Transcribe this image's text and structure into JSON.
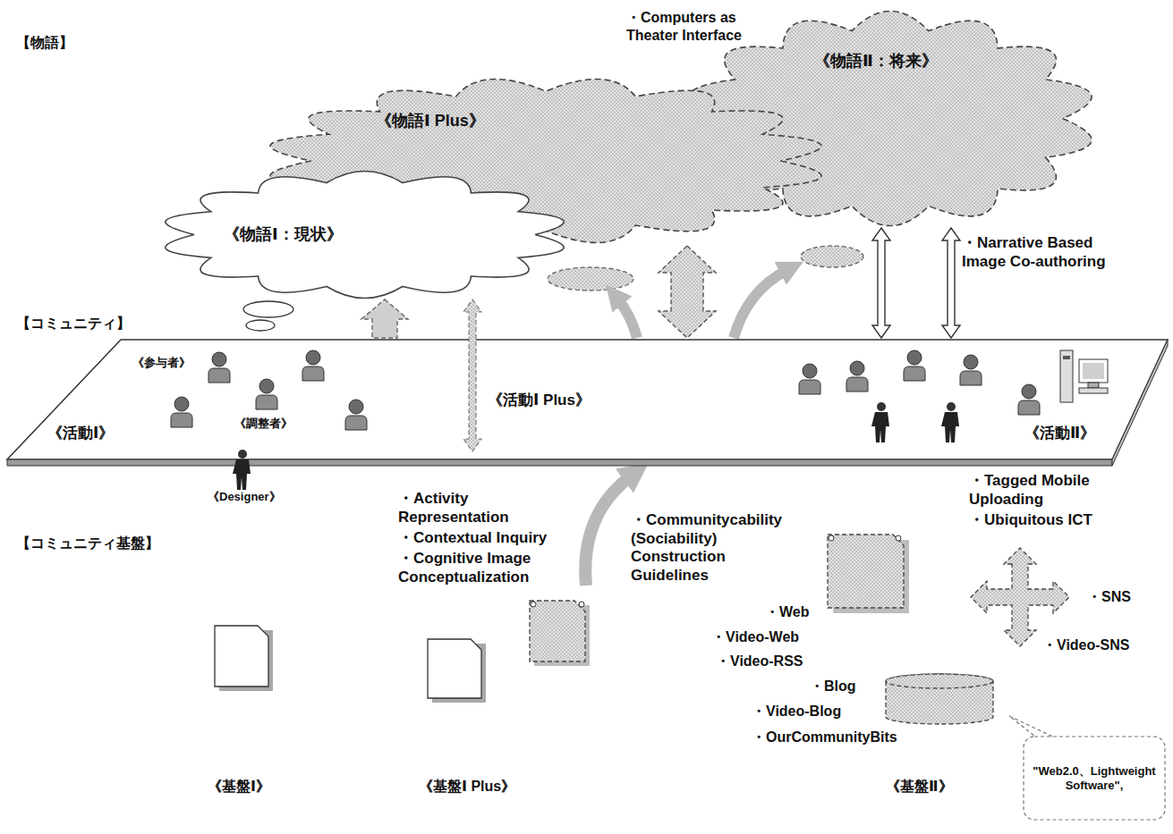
{
  "diagram": {
    "nodes": [
      {
        "text": [
          "《物語Ⅰ：現状》"
        ]
      },
      {
        "text": [
          "《物語Ⅰ Plus》"
        ]
      },
      {
        "text": [
          "《物語Ⅱ：将来》"
        ]
      },
      {
        "text": [
          "《活動Ⅰ》",
          "《活動Ⅰ Plus》",
          "《活動Ⅱ》"
        ]
      },
      {
        "text": [
          "\"Web2.0、Lightweight Software\","
        ]
      }
    ],
    "edges": [
      {
        "from": 3,
        "to": 0,
        "arrow": "to"
      },
      {
        "from": 3,
        "to": 1,
        "arrow": "both"
      },
      {
        "from": 3,
        "to": 2,
        "arrow": "both"
      },
      {
        "from": 3,
        "to": 2,
        "arrow": "both"
      }
    ],
    "labels": [
      "【物語】",
      "・Computers as Theater Interface",
      "・Narrative Based Image Co-authoring",
      "【コミュニティ】",
      "《参与者》",
      "《調整者》",
      "《Designer》",
      "・Activity Representation",
      "・Contextual Inquiry",
      "・Cognitive Image Conceptualization",
      "・Communitycability (Sociability) Construction Guidelines",
      "・Tagged Mobile Uploading",
      "・Ubiquitous ICT",
      "【コミュニティ基盤】",
      "・Web",
      "・Video-Web",
      "・Video-RSS",
      "・Blog",
      "・Video-Blog",
      "・OurCommunityBits",
      "・SNS",
      "・Video-SNS",
      "《基盤Ⅰ》",
      "《基盤Ⅰ Plus》",
      "《基盤Ⅱ》"
    ]
  }
}
